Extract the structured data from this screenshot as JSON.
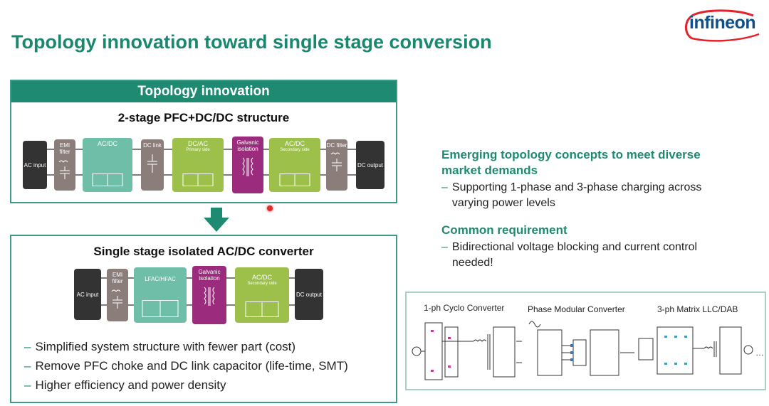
{
  "slide": {
    "title": "Topology innovation toward single stage conversion",
    "logo": "infineon"
  },
  "top_panel": {
    "header": "Topology innovation",
    "subtitle": "2-stage PFC+DC/DC structure",
    "blocks": {
      "ac_input": "AC input",
      "emi_filter": "EMI filter",
      "acdc": "AC/DC",
      "dc_link": "DC link",
      "dcac": "DC/AC",
      "dcac_sub": "Primary side",
      "galvanic": "Galvanic isolation",
      "acdc2": "AC/DC",
      "acdc2_sub": "Secondary side",
      "dc_filter": "DC filter",
      "dc_output": "DC output"
    }
  },
  "bottom_panel": {
    "subtitle": "Single stage isolated AC/DC converter",
    "blocks": {
      "ac_input": "AC input",
      "emi_filter": "EMI filter",
      "lfac": "LFAC/HFAC",
      "galvanic": "Galvanic isolation",
      "acdc": "AC/DC",
      "acdc_sub": "Secondary side",
      "dc_output": "DC output"
    },
    "bullets": [
      "Simplified system structure with fewer part (cost)",
      "Remove PFC choke and DC link capacitor (life-time, SMT)",
      "Higher efficiency and power density"
    ]
  },
  "right": {
    "heading1": "Emerging topology concepts to meet diverse market demands",
    "bullet1": "Supporting 1-phase and 3-phase charging across varying power levels",
    "heading2": "Common requirement",
    "bullet2": "Bidirectional voltage blocking and current control needed!"
  },
  "converters": {
    "c1": "1-ph Cyclo Converter",
    "c2": "Phase Modular Converter",
    "c3": "3-ph Matrix LLC/DAB"
  },
  "colors": {
    "accent": "#1f8a72",
    "block_teal": "#6fbfa8",
    "block_green": "#9cc04a",
    "block_magenta": "#9b2b7c",
    "block_gray": "#8a7d7a",
    "block_dark": "#333333"
  },
  "icons": [
    "down-arrow-icon",
    "capacitor-icon",
    "inductor-icon",
    "transformer-icon",
    "ac-dc-icon",
    "infineon-logo"
  ]
}
